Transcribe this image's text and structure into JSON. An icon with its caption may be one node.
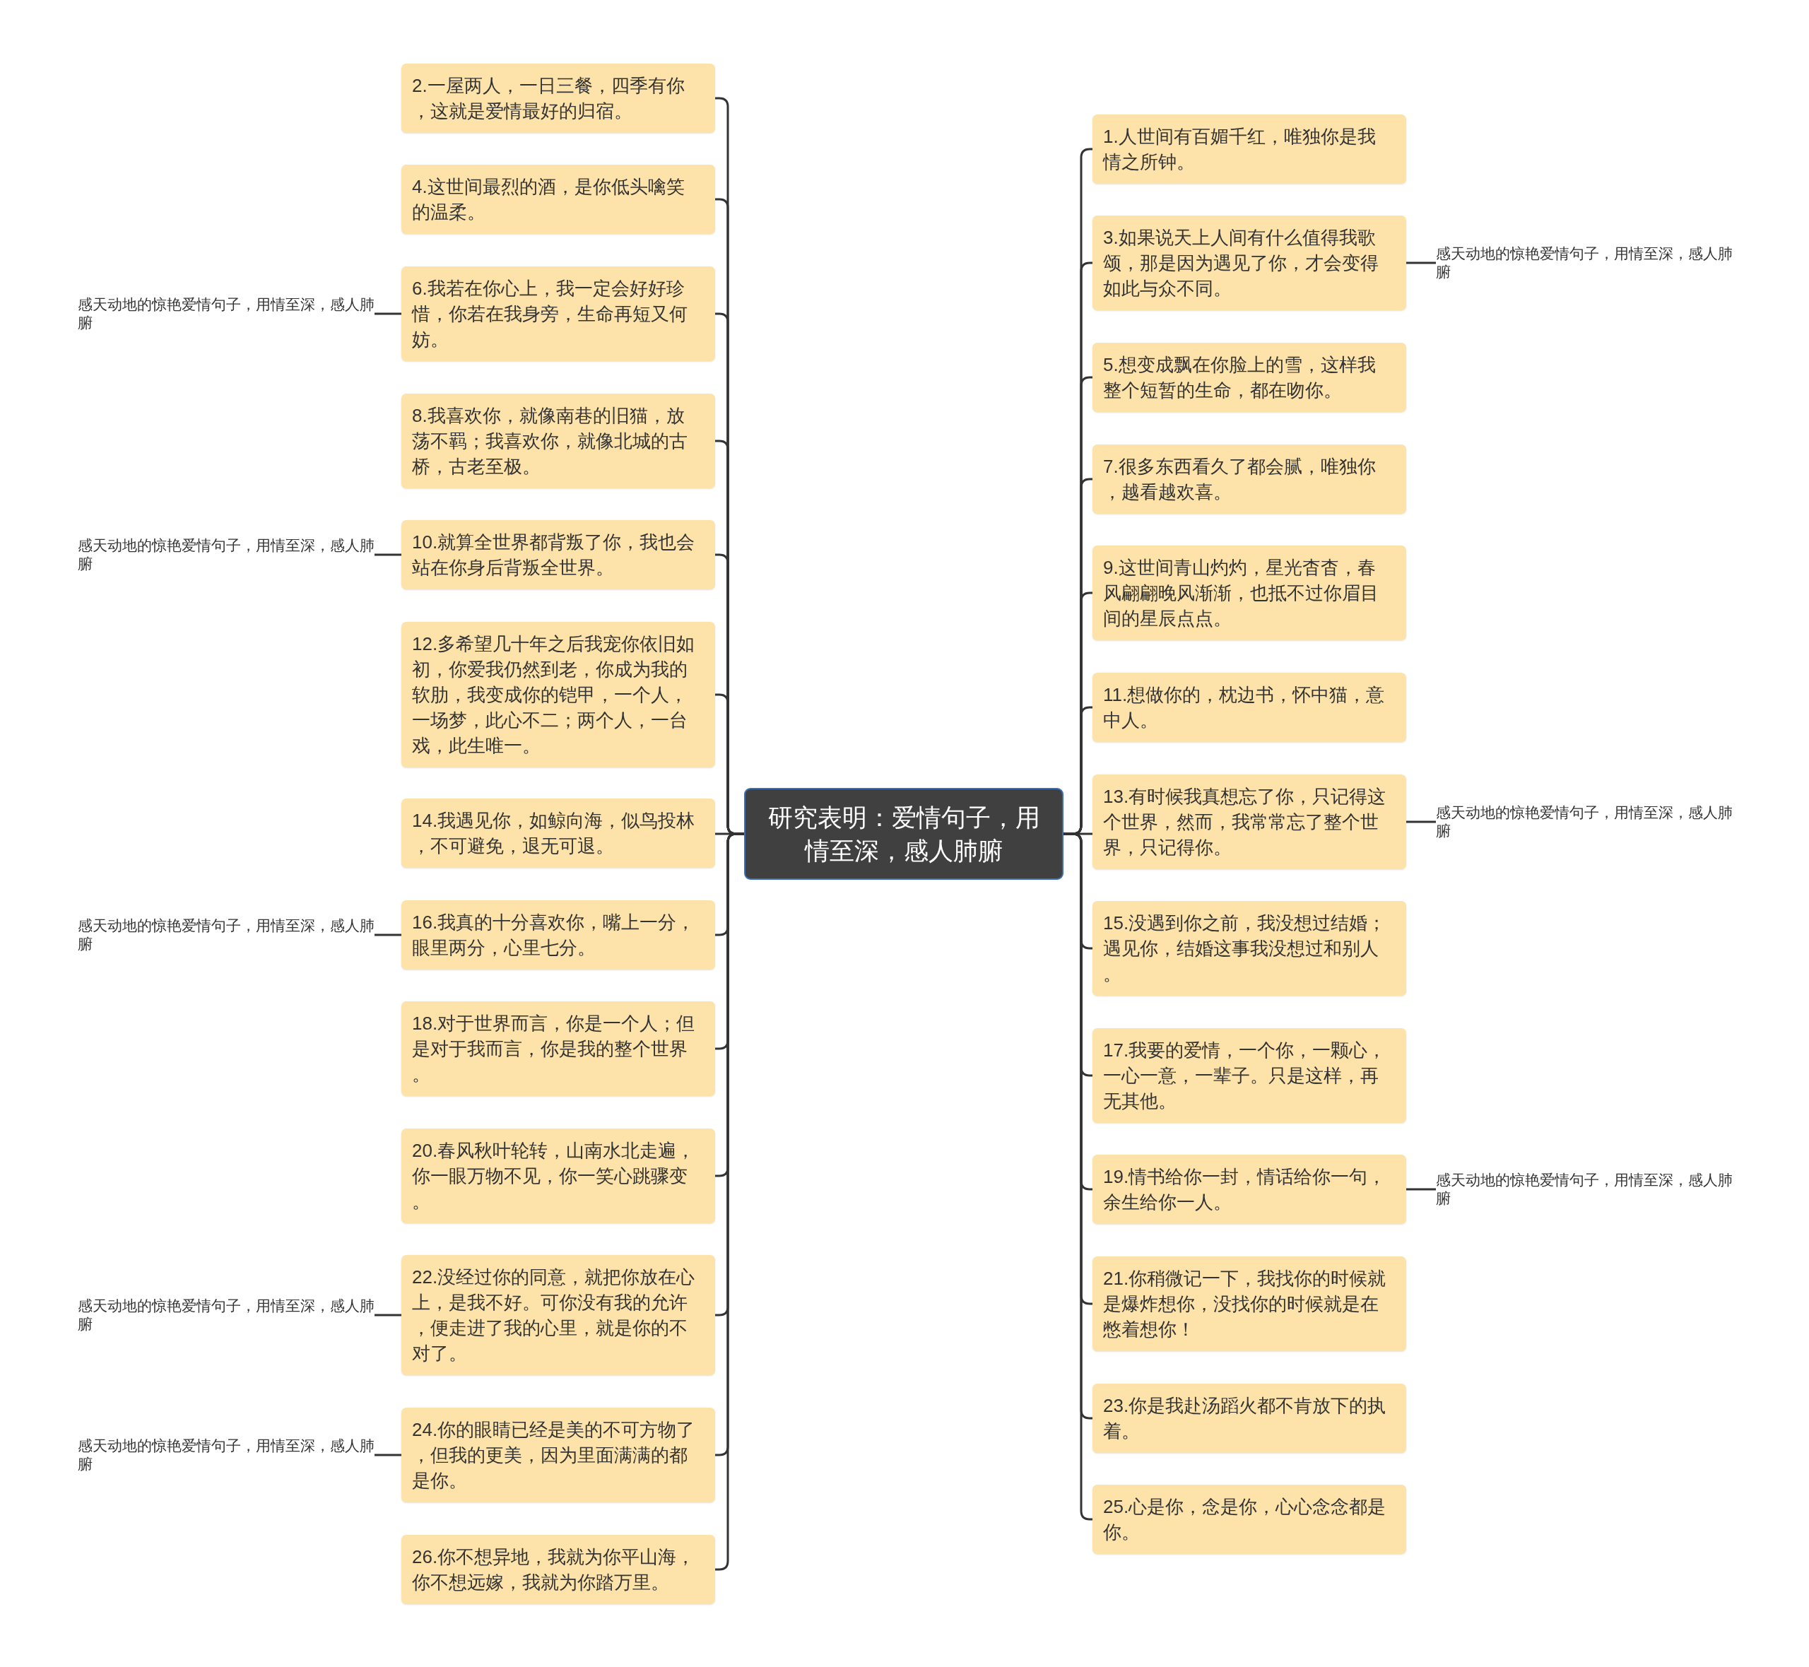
{
  "diagram": {
    "nodes": [
      {
        "text": [
          "研究表明：爱情句子，用情至深，感人肺腑"
        ]
      },
      {
        "text": [
          "2.一屋两人，一日三餐，四季有你，这就是爱情最好的归宿。"
        ]
      },
      {
        "text": [
          "4.这世间最烈的酒，是你低头噙笑的温柔。"
        ]
      },
      {
        "text": [
          "6.我若在你心上，我一定会好好珍惜，你若在我身旁，生命再短又何妨。"
        ]
      },
      {
        "text": [
          "感天动地的惊艳爱情句子，用情至深，感人肺腑"
        ]
      },
      {
        "text": [
          "8.我喜欢你，就像南巷的旧猫，放荡不羁；我喜欢你，就像北城的古桥，古老至极。"
        ]
      },
      {
        "text": [
          "10.就算全世界都背叛了你，我也会站在你身后背叛全世界。"
        ]
      },
      {
        "text": [
          "感天动地的惊艳爱情句子，用情至深，感人肺腑"
        ]
      },
      {
        "text": [
          "12.多希望几十年之后我宠你依旧如初，你爱我仍然到老，你成为我的软肋，我变成你的铠甲，一个人，一场梦，此心不二；两个人，一台戏，此生唯一。"
        ]
      },
      {
        "text": [
          "14.我遇见你，如鲸向海，似鸟投林，不可避免，退无可退。"
        ]
      },
      {
        "text": [
          "16.我真的十分喜欢你，嘴上一分，眼里两分，心里七分。"
        ]
      },
      {
        "text": [
          "感天动地的惊艳爱情句子，用情至深，感人肺腑"
        ]
      },
      {
        "text": [
          "18.对于世界而言，你是一个人；但是对于我而言，你是我的整个世界。"
        ]
      },
      {
        "text": [
          "20.春风秋叶轮转，山南水北走遍，你一眼万物不见，你一笑心跳骤变。"
        ]
      },
      {
        "text": [
          "22.没经过你的同意，就把你放在心上，是我不好。可你没有我的允许，便走进了我的心里，就是你的不对了。"
        ]
      },
      {
        "text": [
          "感天动地的惊艳爱情句子，用情至深，感人肺腑"
        ]
      },
      {
        "text": [
          "24.你的眼睛已经是美的不可方物了，但我的更美，因为里面满满的都是你。"
        ]
      },
      {
        "text": [
          "感天动地的惊艳爱情句子，用情至深，感人肺腑"
        ]
      },
      {
        "text": [
          "26.你不想异地，我就为你平山海，你不想远嫁，我就为你踏万里。"
        ]
      },
      {
        "text": [
          "1.人世间有百媚千红，唯独你是我情之所钟。"
        ]
      },
      {
        "text": [
          "3.如果说天上人间有什么值得我歌颂，那是因为遇见了你，才会变得如此与众不同。"
        ]
      },
      {
        "text": [
          "感天动地的惊艳爱情句子，用情至深，感人肺腑"
        ]
      },
      {
        "text": [
          "5.想变成飘在你脸上的雪，这样我整个短暂的生命，都在吻你。"
        ]
      },
      {
        "text": [
          "7.很多东西看久了都会腻，唯独你，越看越欢喜。"
        ]
      },
      {
        "text": [
          "9.这世间青山灼灼，星光杳杳，春风翩翩晚风渐渐，也抵不过你眉目间的星辰点点。"
        ]
      },
      {
        "text": [
          "11.想做你的，枕边书，怀中猫，意中人。"
        ]
      },
      {
        "text": [
          "13.有时候我真想忘了你，只记得这个世界，然而，我常常忘了整个世界，只记得你。"
        ]
      },
      {
        "text": [
          "感天动地的惊艳爱情句子，用情至深，感人肺腑"
        ]
      },
      {
        "text": [
          "15.没遇到你之前，我没想过结婚；遇见你，结婚这事我没想过和别人。"
        ]
      },
      {
        "text": [
          "17.我要的爱情，一个你，一颗心，一心一意，一辈子。只是这样，再无其他。"
        ]
      },
      {
        "text": [
          "19.情书给你一封，情话给你一句，余生给你一人。"
        ]
      },
      {
        "text": [
          "感天动地的惊艳爱情句子，用情至深，感人肺腑"
        ]
      },
      {
        "text": [
          "21.你稍微记一下，我找你的时候就是爆炸想你，没找你的时候就是在憋着想你！"
        ]
      },
      {
        "text": [
          "23.你是我赴汤蹈火都不肯放下的执着。"
        ]
      },
      {
        "text": [
          "25.心是你，念是你，心心念念都是你。"
        ]
      }
    ],
    "edges": [
      {
        "from": 0,
        "to": 1,
        "arrow": "none"
      },
      {
        "from": 0,
        "to": 2,
        "arrow": "none"
      },
      {
        "from": 0,
        "to": 3,
        "arrow": "none"
      },
      {
        "from": 0,
        "to": 5,
        "arrow": "none"
      },
      {
        "from": 0,
        "to": 6,
        "arrow": "none"
      },
      {
        "from": 0,
        "to": 8,
        "arrow": "none"
      },
      {
        "from": 0,
        "to": 9,
        "arrow": "none"
      },
      {
        "from": 0,
        "to": 10,
        "arrow": "none"
      },
      {
        "from": 0,
        "to": 12,
        "arrow": "none"
      },
      {
        "from": 0,
        "to": 13,
        "arrow": "none"
      },
      {
        "from": 0,
        "to": 14,
        "arrow": "none"
      },
      {
        "from": 0,
        "to": 16,
        "arrow": "none"
      },
      {
        "from": 0,
        "to": 18,
        "arrow": "none"
      },
      {
        "from": 0,
        "to": 19,
        "arrow": "none"
      },
      {
        "from": 0,
        "to": 20,
        "arrow": "none"
      },
      {
        "from": 0,
        "to": 22,
        "arrow": "none"
      },
      {
        "from": 0,
        "to": 23,
        "arrow": "none"
      },
      {
        "from": 0,
        "to": 24,
        "arrow": "none"
      },
      {
        "from": 0,
        "to": 25,
        "arrow": "none"
      },
      {
        "from": 0,
        "to": 26,
        "arrow": "none"
      },
      {
        "from": 0,
        "to": 28,
        "arrow": "none"
      },
      {
        "from": 0,
        "to": 29,
        "arrow": "none"
      },
      {
        "from": 0,
        "to": 30,
        "arrow": "none"
      },
      {
        "from": 0,
        "to": 32,
        "arrow": "none"
      },
      {
        "from": 0,
        "to": 33,
        "arrow": "none"
      },
      {
        "from": 0,
        "to": 34,
        "arrow": "none"
      },
      {
        "from": 3,
        "to": 4,
        "arrow": "none"
      },
      {
        "from": 6,
        "to": 7,
        "arrow": "none"
      },
      {
        "from": 10,
        "to": 11,
        "arrow": "none"
      },
      {
        "from": 14,
        "to": 15,
        "arrow": "none"
      },
      {
        "from": 16,
        "to": 17,
        "arrow": "none"
      },
      {
        "from": 20,
        "to": 21,
        "arrow": "none"
      },
      {
        "from": 26,
        "to": 27,
        "arrow": "none"
      },
      {
        "from": 30,
        "to": 31,
        "arrow": "none"
      }
    ]
  }
}
